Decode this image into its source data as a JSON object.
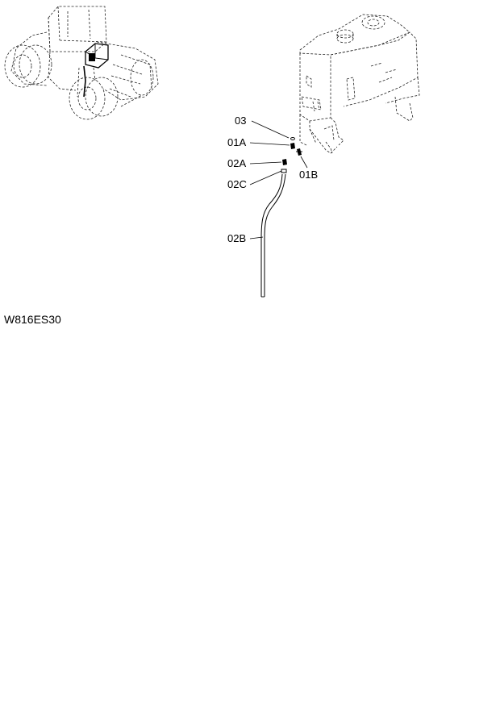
{
  "callouts": {
    "c03": "03",
    "c01a": "01A",
    "c02a": "02A",
    "c02c": "02C",
    "c02b": "02B",
    "c01b": "01B"
  },
  "figure_code": "W816ES30"
}
